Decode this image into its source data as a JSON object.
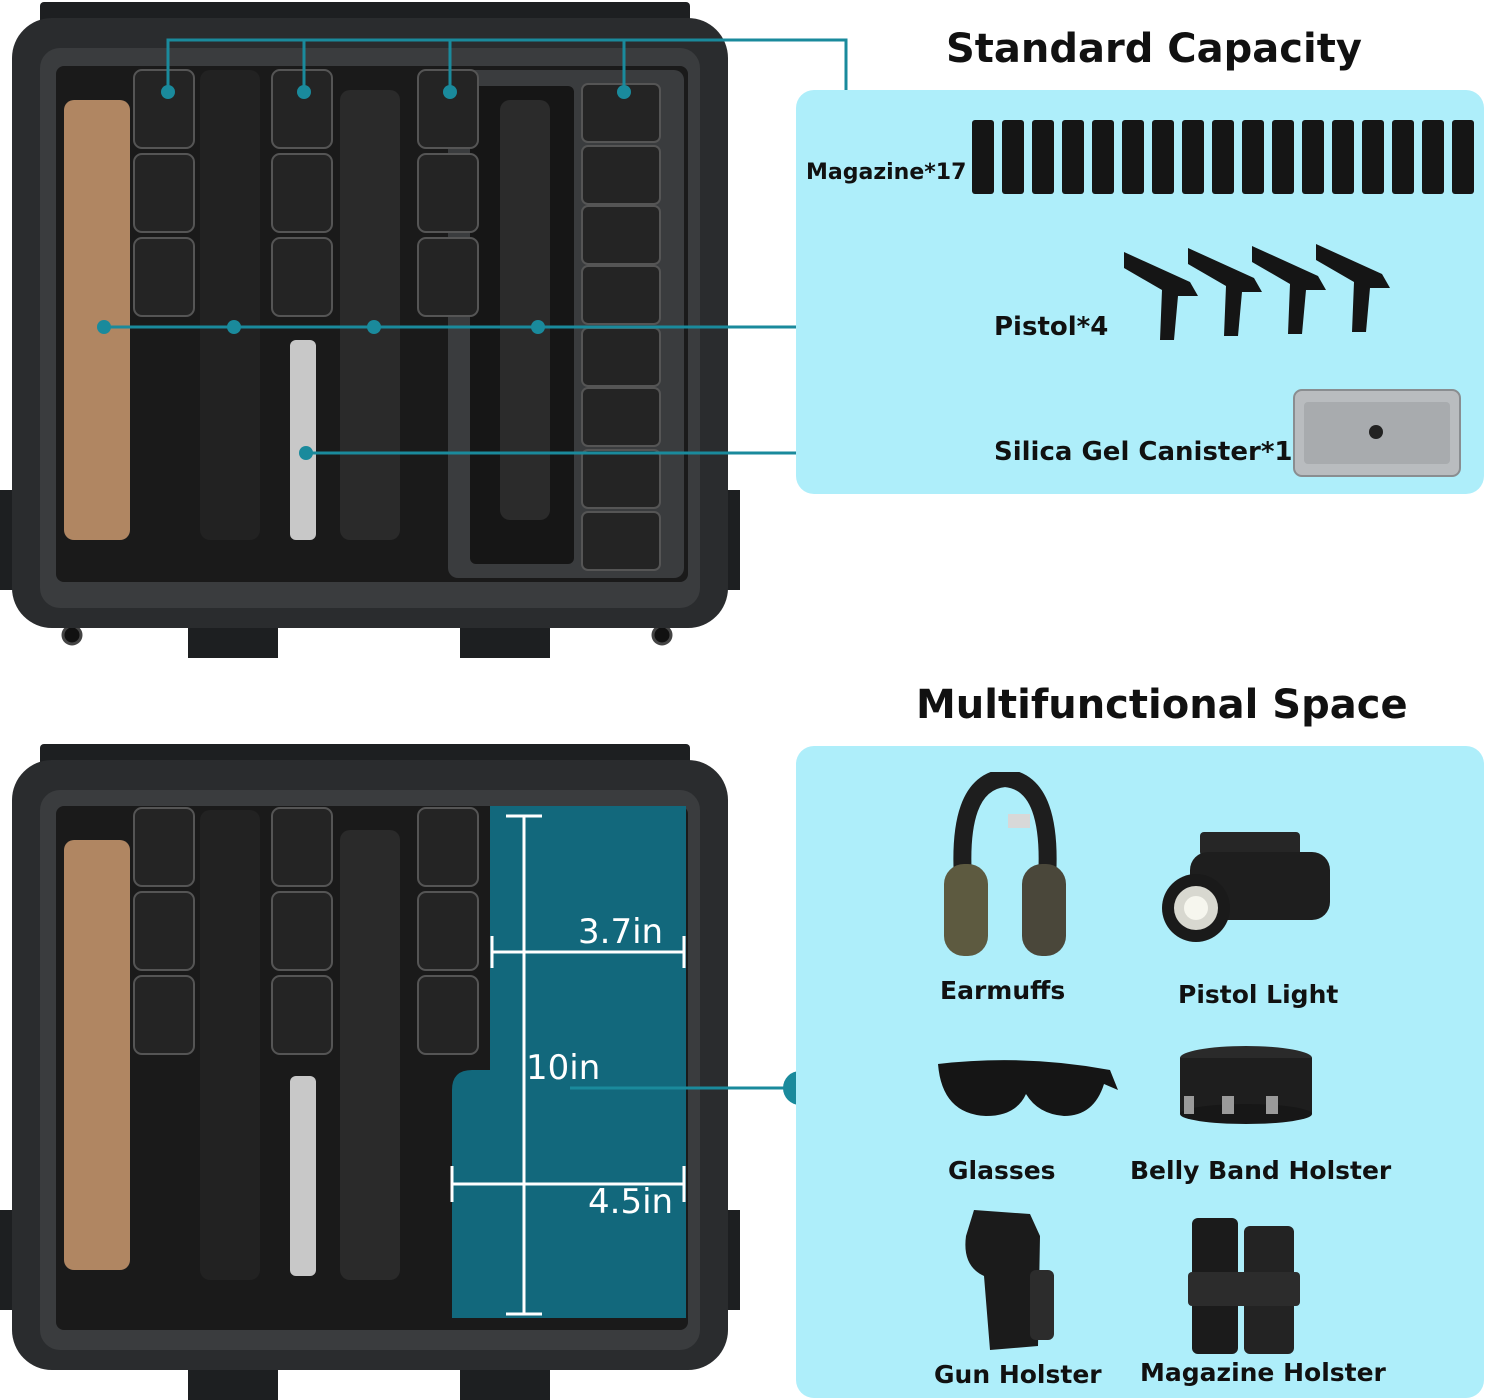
{
  "sections": {
    "top_title": "Standard Capacity",
    "bottom_title": "Multifunctional Space"
  },
  "capacity": {
    "magazine": "Magazine*17",
    "pistol": "Pistol*4",
    "silica": "Silica Gel Canister*1"
  },
  "dimensions": {
    "width_top": "3.7in",
    "height": "10in",
    "width_bottom": "4.5in"
  },
  "accessories": [
    {
      "label": "Earmuffs",
      "icon": "earmuffs-icon"
    },
    {
      "label": "Pistol Light",
      "icon": "pistol-light-icon"
    },
    {
      "label": "Glasses",
      "icon": "glasses-icon"
    },
    {
      "label": "Belly Band Holster",
      "icon": "belly-band-icon"
    },
    {
      "label": "Gun Holster",
      "icon": "gun-holster-icon"
    },
    {
      "label": "Magazine Holster",
      "icon": "magazine-holster-icon"
    }
  ],
  "colors": {
    "panel": "#aeeefa",
    "leader": "#1a8a9c",
    "case": "#2a2c2e",
    "foam": "#1a1a1a",
    "compartment": "#12687c"
  }
}
